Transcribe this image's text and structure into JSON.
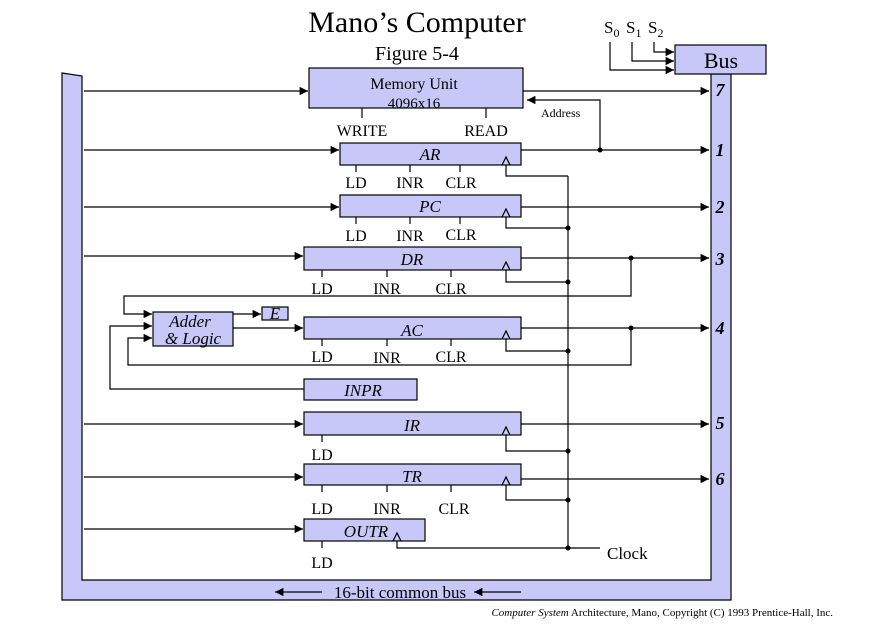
{
  "title": "Mano’s Computer",
  "subtitle": "Figure 5-4",
  "select_lines": [
    "S",
    "S",
    "S"
  ],
  "select_subs": [
    "0",
    "1",
    "2"
  ],
  "bus_box_label": "Bus",
  "memory": {
    "label": "Memory Unit",
    "size": "4096x16",
    "write": "WRITE",
    "read": "READ",
    "address": "Address"
  },
  "registers": {
    "ar": "AR",
    "pc": "PC",
    "dr": "DR",
    "ac": "AC",
    "inpr": "INPR",
    "ir": "IR",
    "tr": "TR",
    "outr": "OUTR",
    "e": "E",
    "adder_line1": "Adder",
    "adder_line2": "& Logic"
  },
  "controls": {
    "ld": "LD",
    "inr": "INR",
    "clr": "CLR"
  },
  "bus_numbers": {
    "n7": "7",
    "n1": "1",
    "n2": "2",
    "n3": "3",
    "n4": "4",
    "n5": "5",
    "n6": "6"
  },
  "clock": "Clock",
  "common_bus": "16-bit common bus",
  "credit_italic": "Computer System",
  "credit_rest": " Architecture, Mano, Copyright (C) 1993 Prentice-Hall, Inc."
}
